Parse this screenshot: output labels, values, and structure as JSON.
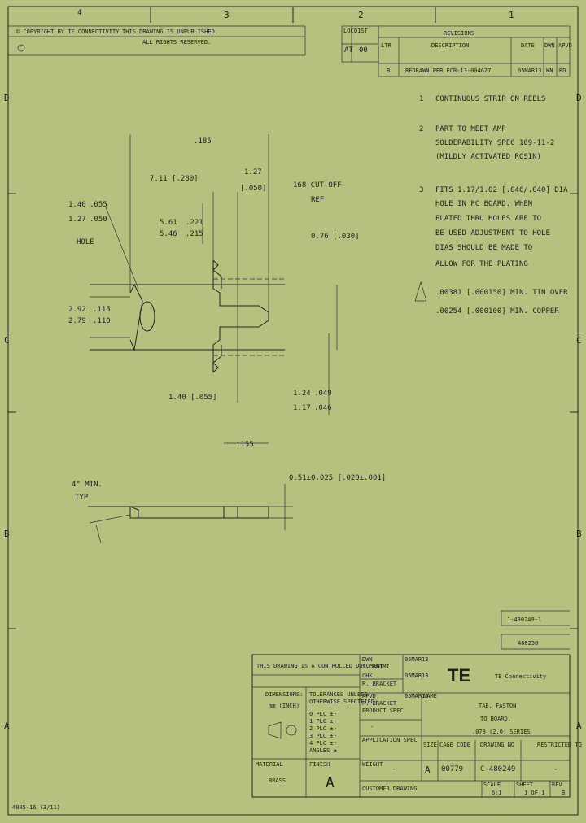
{
  "zones": {
    "top": [
      "4",
      "3",
      "2",
      "1"
    ],
    "left": [
      "D",
      "C",
      "B",
      "A"
    ],
    "right": [
      "D",
      "C",
      "B",
      "A"
    ]
  },
  "header": {
    "copyright_line": "© COPYRIGHT BY TE CONNECTIVITY",
    "release_line": "THIS DRAWING IS UNPUBLISHED.",
    "rights_line": "ALL RIGHTS RESERVED.",
    "loc_lbl": "LOC",
    "loc_val": "AT",
    "dist_lbl": "DIST",
    "dist_val": "00"
  },
  "revisions": {
    "title": "REVISIONS",
    "col_ltr": "LTR",
    "col_desc": "DESCRIPTION",
    "col_date": "DATE",
    "col_dwn": "DWN",
    "col_apvd": "APVD",
    "row_ltr": "B",
    "row_desc": "REDRAWN PER ECR-13-004627",
    "row_date": "05MAR13",
    "row_dwn": "KN",
    "row_apvd": "RD"
  },
  "notes": [
    {
      "num": "1",
      "lines": [
        "CONTINUOUS STRIP ON REELS"
      ]
    },
    {
      "num": "2",
      "lines": [
        "PART TO MEET AMP",
        "SOLDERABILITY SPEC 109-11-2",
        "(MILDLY ACTIVATED ROSIN)"
      ]
    },
    {
      "num": "3",
      "lines": [
        "FITS 1.17/1.02 [.046/.040] DIA",
        "HOLE IN PC BOARD. WHEN",
        "PLATED THRU HOLES ARE TO",
        "BE USED ADJUSTMENT TO HOLE",
        "DIAS SHOULD BE MADE TO",
        "ALLOW FOR THE PLATING"
      ]
    },
    {
      "num": "",
      "lines": [
        ".00381 [.000150] MIN. TIN OVER",
        ".00254 [.000100] MIN. COPPER"
      ]
    }
  ],
  "dims": {
    "d_185": ".185",
    "d_280": "7.11 [.280]",
    "d_050_top": "1.27",
    "d_050_bot": "[.050]",
    "cutoff": "168 CUT-OFF",
    "ref": "REF",
    "d_030": "0.76 [.030]",
    "hole_a": "1.40",
    "hole_b": "1.27",
    "hole_c": ".055",
    "hole_d": ".050",
    "hole": "HOLE",
    "d_221a": "5.61",
    "d_221b": "5.46",
    "d_221c": ".221",
    "d_221d": ".215",
    "d_ht_a": "2.92",
    "d_ht_b": "2.79",
    "d_ht_c": ".115",
    "d_ht_d": ".110",
    "d_055": "1.40 [.055]",
    "d_049a": "1.24",
    "d_049b": "1.17",
    "d_049c": ".049",
    "d_049d": ".046",
    "d_155": ".155",
    "d_thk": "0.51±0.025 [.020±.001]",
    "min_a": "4° MIN.",
    "min_b": "TYP"
  },
  "title_block": {
    "partno_top": "1-480249-1",
    "partno_2": "480250",
    "controlled": "THIS DRAWING IS A CONTROLLED DOCUMENT",
    "dimensions": "DIMENSIONS:",
    "units": "mm [INCH]",
    "tolerances_a": "TOLERANCES UNLESS",
    "tolerances_b": "OTHERWISE SPECIFIED:",
    "tol_rows": [
      "0 PLC ±",
      "1 PLC ±",
      "2 PLC ±",
      "3 PLC ±",
      "4 PLC ±",
      "ANGLES ±"
    ],
    "tol_vals": [
      "-",
      "-",
      "-",
      "-",
      "-",
      "-"
    ],
    "material": "MATERIAL",
    "material_val": "BRASS",
    "finish": "FINISH",
    "finish_val": "A",
    "dwn": "DWN",
    "dwn_name": "J. PRIMI",
    "dwn_date": "05MAR13",
    "chk": "CHK",
    "chk_name": "R. BRACKET",
    "chk_date": "05MAR13",
    "appvd": "APVD",
    "appvd_name": "R. BRACKET",
    "appvd_date": "05MAR13",
    "product_spec": "PRODUCT SPEC",
    "ps_val": "-",
    "application_spec": "APPLICATION SPEC",
    "weight": "WEIGHT",
    "weight_val": "-",
    "customer_drawing": "CUSTOMER DRAWING",
    "name": "NAME",
    "title_1": "TAB, FASTON",
    "title_2": "TO BOARD,",
    "title_3": ".079 [2.0] SERIES",
    "size": "SIZE",
    "cage": "CAGE CODE",
    "drawing_no": "DRAWING NO",
    "restricted": "RESTRICTED TO",
    "size_val": "A",
    "cage_val": "00779",
    "dwg_val": "C-480249",
    "rest_val": "-",
    "scale": "SCALE",
    "scale_val": "6:1",
    "sheet": "SHEET",
    "sheet_val": "1 OF 1",
    "rev": "REV",
    "rev_val": "B",
    "company": "TE Connectivity",
    "logo": "TE"
  },
  "footer": {
    "form": "4805-16 (3/11)"
  }
}
